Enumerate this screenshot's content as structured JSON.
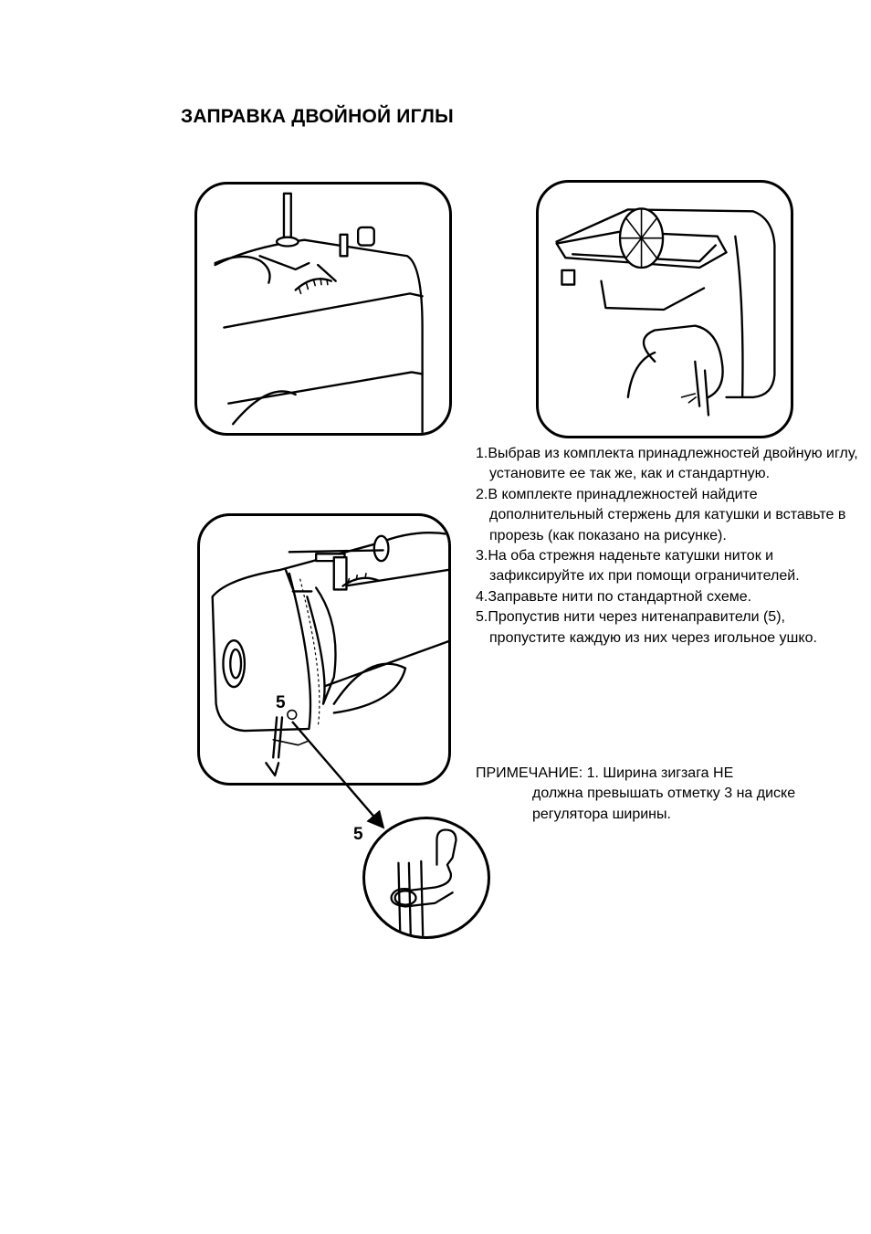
{
  "title": "ЗАПРАВКА ДВОЙНОЙ ИГЛЫ",
  "callout_label": "5",
  "steps": [
    "1.Выбрав из комплекта принадлежностей двойную иглу, установите ее так же, как и стандартную.",
    "2.В комплекте принадлежностей найдите дополнительный стержень для катушки и вставьте в прорезь (как показано на рисунке).",
    "3.На оба стрежня наденьте катушки ниток и зафиксируйте их при помощи ограничителей.",
    "4.Заправьте нити по стандартной схеме.",
    "5.Пропустив нити через нитенаправители (5), пропустите каждую из них через игольное ушко."
  ],
  "note": {
    "prefix": "ПРИМЕЧАНИЕ: 1. Ширина зигзага НЕ",
    "body": "должна превышать отметку 3 на диске регулятора ширины."
  }
}
